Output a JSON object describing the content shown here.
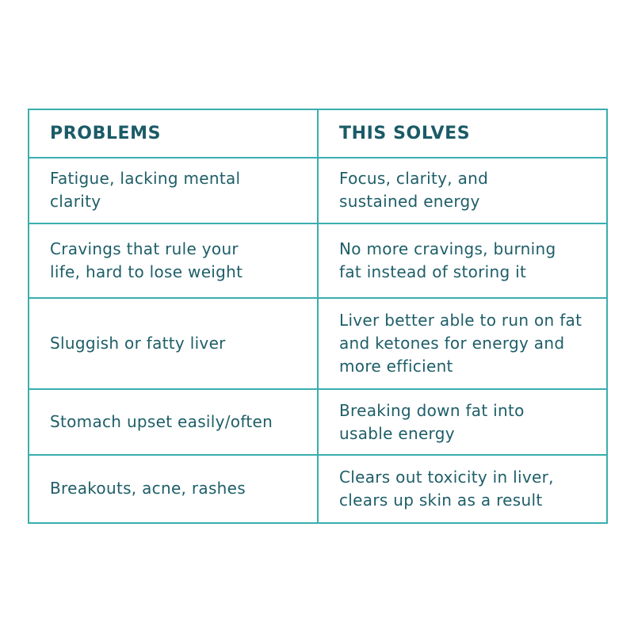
{
  "table": {
    "headers": {
      "problems": "PROBLEMS",
      "solves": "THIS SOLVES"
    },
    "rows": [
      {
        "problem": "Fatigue, lacking mental clarity",
        "solution": "Focus, clarity, and sustained energy"
      },
      {
        "problem": "Cravings that rule your life, hard to lose weight",
        "solution": "No more cravings, burning fat instead of storing it"
      },
      {
        "problem": "Sluggish or fatty liver",
        "solution": "Liver better able to run on fat and ketones for energy and more efficient"
      },
      {
        "problem": "Stomach upset easily/often",
        "solution": "Breaking down fat into usable energy"
      },
      {
        "problem": "Breakouts, acne, rashes",
        "solution": "Clears out toxicity in liver, clears up skin as a result"
      }
    ]
  },
  "colors": {
    "border": "#3aaeae",
    "text": "#1e5e68"
  }
}
